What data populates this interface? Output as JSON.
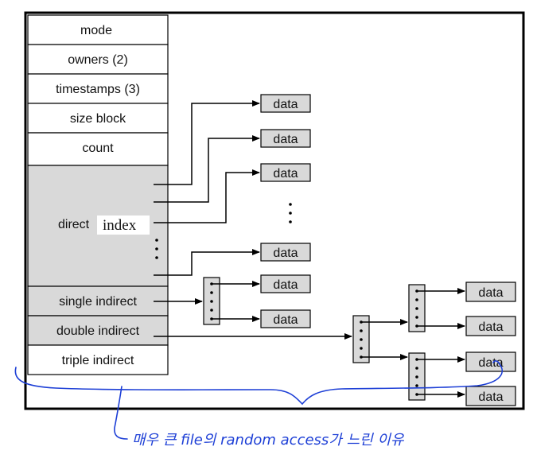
{
  "inode_fields": {
    "mode": "mode",
    "owners": "owners (2)",
    "timestamps": "timestamps (3)",
    "size_block": "size block",
    "count": "count",
    "direct": "direct",
    "direct_overlay": "index",
    "single_indirect": "single indirect",
    "double_indirect": "double indirect",
    "triple_indirect": "triple indirect"
  },
  "data_block_label": "data",
  "annotation": "매우 큰 file의 random access가 느린 이유",
  "colors": {
    "grey_fill": "#d9d9d9",
    "annotation_ink": "#1d3fd6",
    "line": "#000000"
  }
}
